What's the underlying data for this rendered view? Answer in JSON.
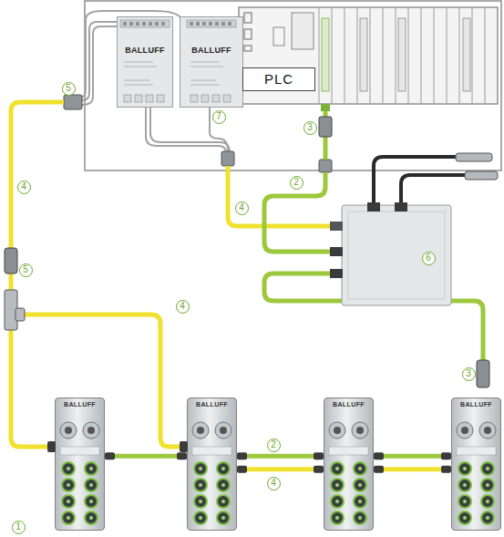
{
  "diagram": {
    "nodes": [
      {
        "text": [
          "BALLUFF"
        ]
      },
      {
        "text": [
          "BALLUFF"
        ]
      },
      {
        "text": [
          "PLC"
        ]
      },
      {
        "text": [
          "BALLUFF"
        ]
      },
      {
        "text": [
          "BALLUFF"
        ]
      },
      {
        "text": [
          "BALLUFF"
        ]
      },
      {
        "text": [
          "BALLUFF"
        ]
      }
    ],
    "edges": [
      {
        "from": 3,
        "to": 4,
        "arrow": "none"
      },
      {
        "from": 4,
        "to": 5,
        "arrow": "none"
      },
      {
        "from": 5,
        "to": 6,
        "arrow": "none"
      },
      {
        "from": 4,
        "to": 5,
        "arrow": "none"
      },
      {
        "from": 5,
        "to": 6,
        "arrow": "none"
      }
    ],
    "labels": [
      "5",
      "7",
      "3",
      "2",
      "4",
      "4",
      "6",
      "5",
      "4",
      "3",
      "2",
      "4",
      "1"
    ]
  }
}
